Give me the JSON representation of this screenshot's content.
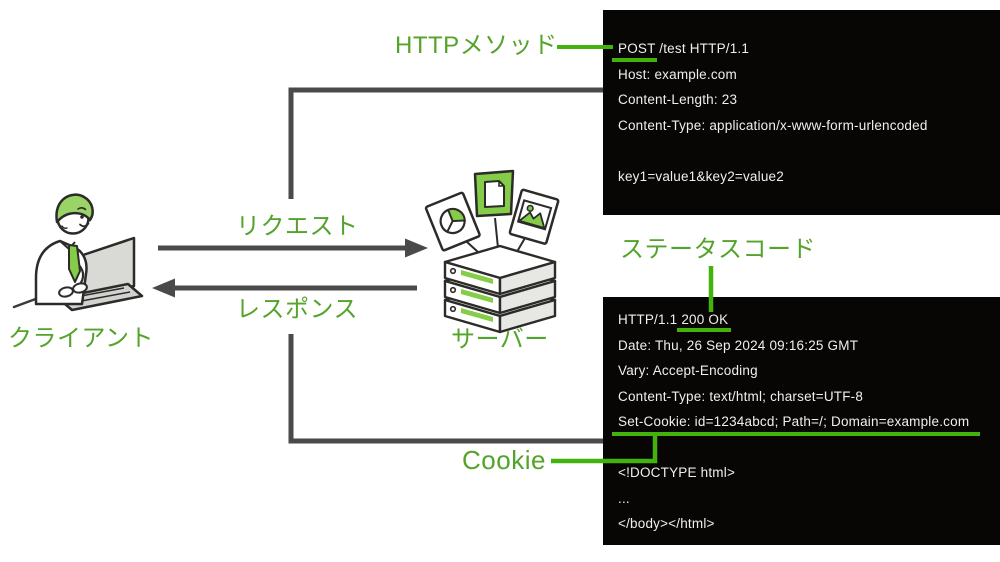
{
  "diagram": {
    "client_label": "クライアント",
    "server_label": "サーバー",
    "request_label": "リクエスト",
    "response_label": "レスポンス"
  },
  "annotations": {
    "http_method": "HTTPメソッド",
    "status_code": "ステータスコード",
    "cookie": "Cookie"
  },
  "request_message": {
    "method": "POST",
    "request_line_rest": " /test HTTP/1.1",
    "headers": [
      "Host: example.com",
      "Content-Length: 23",
      "Content-Type: application/x-www-form-urlencoded"
    ],
    "body": "key1=value1&key2=value2"
  },
  "response_message": {
    "version_prefix": "HTTP/1.1 ",
    "status": "200 OK",
    "headers": [
      "Date: Thu, 26 Sep 2024 09:16:25 GMT",
      "Vary: Accept-Encoding",
      "Content-Type: text/html; charset=UTF-8"
    ],
    "set_cookie": "Set-Cookie: id=1234abcd; Path=/; Domain=example.com",
    "body_lines": [
      "<!DOCTYPE html>",
      "...",
      "</body></html>"
    ]
  },
  "colors": {
    "label_green": "#54a32a",
    "line_green": "#43b20c",
    "illustration_green": "#85cc48",
    "hair_green": "#9ad467",
    "connector_gray": "#4a4a4a",
    "terminal_bg": "#080604",
    "terminal_text": "#efefed"
  }
}
